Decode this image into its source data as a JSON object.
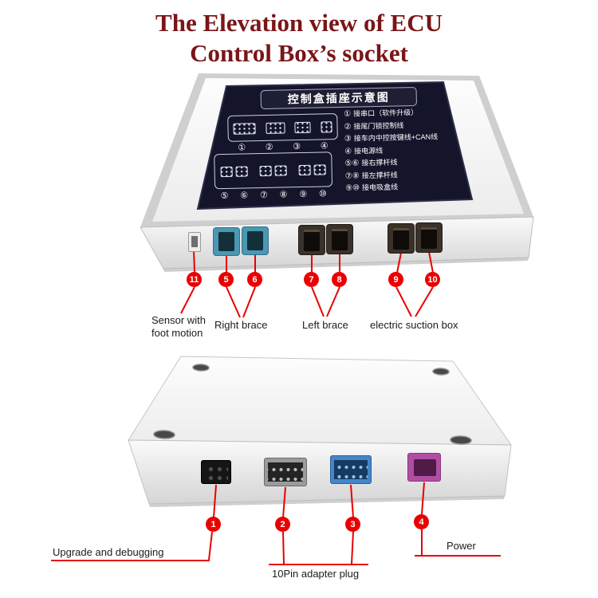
{
  "title": {
    "line1": "The Elevation view of ECU",
    "line2": "Control Box’s socket"
  },
  "colors": {
    "accent_red": "#ea0000",
    "title_maroon": "#7a1517",
    "panel_navy": "#14142a",
    "connector_blue": "#4b97b4",
    "connector_dark": "#3a312a",
    "connector_black": "#151515",
    "connector_gray": "#9b9b9b",
    "connector_royal_blue": "#4586c9",
    "connector_magenta": "#b14ea3"
  },
  "panel": {
    "header": "控制盒插座示意图",
    "row1_numbers": [
      "①",
      "②",
      "③",
      "④"
    ],
    "row2_numbers": [
      "⑤",
      "⑥",
      "⑦",
      "⑧",
      "⑨",
      "⑩"
    ],
    "legend": [
      {
        "num": "①",
        "text": "接串口（软件升级）"
      },
      {
        "num": "②",
        "text": "接尾门锁控制线"
      },
      {
        "num": "③",
        "text": "接车内中控按键线+CAN线"
      },
      {
        "num": "④",
        "text": "接电源线"
      },
      {
        "num": "⑤⑥",
        "text": "接右撑杆线"
      },
      {
        "num": "⑦⑧",
        "text": "接左撑杆线"
      },
      {
        "num": "⑨⑩",
        "text": "接电吸盒线"
      }
    ]
  },
  "top_view": {
    "markers": [
      "11",
      "5",
      "6",
      "7",
      "8",
      "9",
      "10"
    ],
    "labels": {
      "sensor_line1": "Sensor with",
      "sensor_line2": "foot motion",
      "right_brace": "Right brace",
      "left_brace": "Left brace",
      "electric_suction": "electric suction box"
    }
  },
  "bottom_view": {
    "markers": [
      "1",
      "2",
      "3",
      "4"
    ],
    "labels": {
      "upgrade": "Upgrade and debugging",
      "ten_pin": "10Pin adapter plug",
      "power": "Power"
    }
  }
}
